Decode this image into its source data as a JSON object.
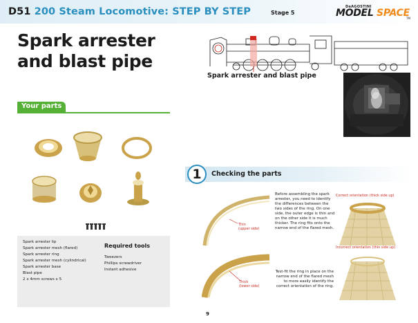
{
  "header": {
    "title_prefix": "D51",
    "title_highlight": "200 Steam Locomotive:",
    "title_suffix": "STEP BY STEP",
    "stage": "Stage 5",
    "brand_small": "DeAGOSTINI",
    "brand_main": "MODEL",
    "brand_accent": "SPACE",
    "brand_tm": "TM"
  },
  "page_title": "Spark arrester and blast pipe",
  "loco_caption": "Spark arrester and blast pipe",
  "your_parts": {
    "tab_label": "Your parts",
    "items": [
      "Spark arrester lip",
      "Spark arrester mesh (flared)",
      "Spark arrester ring",
      "Spark arrester mesh (cylindrical)",
      "Spark arrester base",
      "Blast pipe",
      "2 x 4mm screws x 5"
    ],
    "tools_title": "Required tools",
    "tools": [
      "Tweezers",
      "Phillips screwdriver",
      "Instant adhesive"
    ]
  },
  "step": {
    "number": "1",
    "title": "Checking the parts",
    "para1": "Before assembling the spark arrester, you need to identify the differences between the two sides of the ring. On one side, the outer edge is thin and on the other side it is much thicker. The ring fits onto the narrow end of the flared mesh.",
    "para2": "Test-fit the ring in place on the narrow end of the flared mesh to more easily identify the correct orientation of the ring.",
    "thin_label_1": "Thin",
    "thin_label_2": "(upper side)",
    "thick_label_1": "Thick",
    "thick_label_2": "(lower side)",
    "correct_label": "Correct orientation (thick side up)",
    "incorrect_label": "Incorrect orientation (thin side up)"
  },
  "page_number": "9",
  "colors": {
    "accent_blue": "#2a8fbf",
    "parts_green": "#55b135",
    "label_red": "#d0281e",
    "brand_orange": "#f08a1c"
  }
}
